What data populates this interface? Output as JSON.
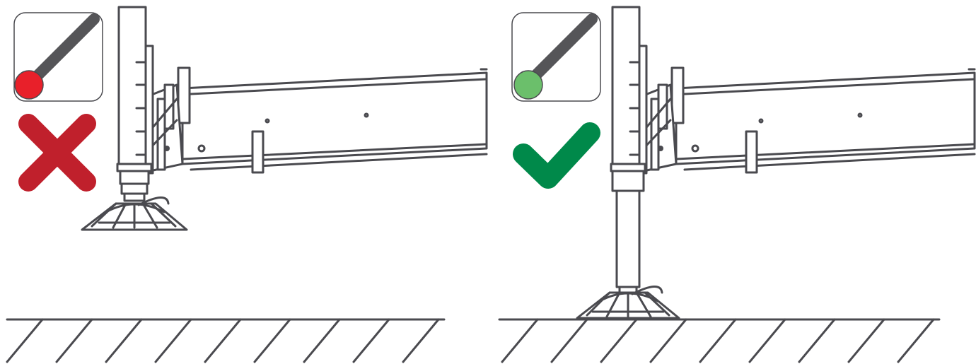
{
  "colors": {
    "outline": "#4a4a4f",
    "indicator_bad": "#e8202a",
    "indicator_good": "#6bbf6b",
    "cross_mark": "#c0202c",
    "check_mark": "#00894a",
    "background": "#ffffff"
  },
  "panels": [
    {
      "id": "incorrect",
      "status": "wrong",
      "indicator_color_key": "indicator_bad",
      "mark_icon": "cross-icon",
      "foot_state": "raised-off-ground"
    },
    {
      "id": "correct",
      "status": "right",
      "indicator_color_key": "indicator_good",
      "mark_icon": "checkmark-icon",
      "foot_state": "extended-on-ground"
    }
  ]
}
